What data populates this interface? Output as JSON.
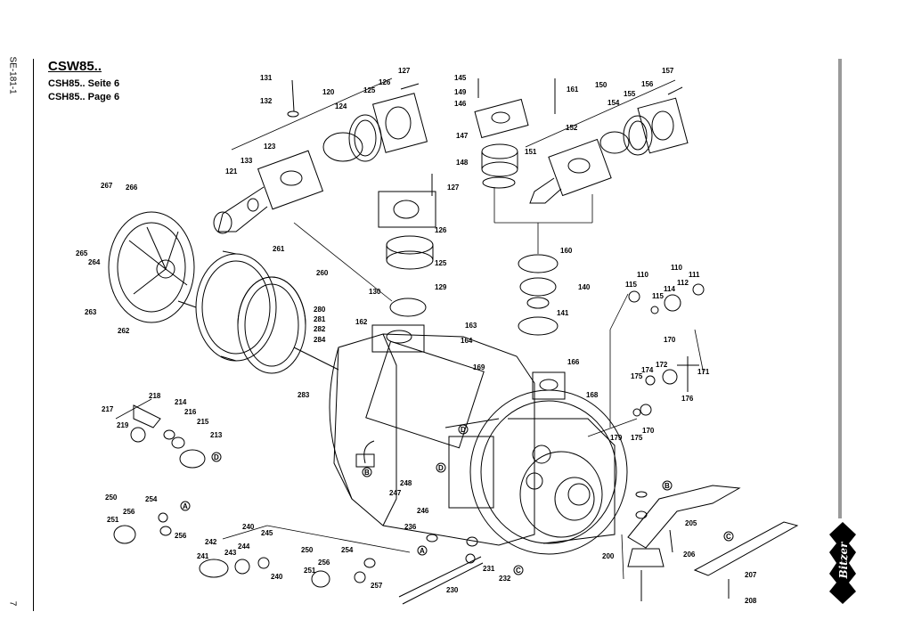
{
  "header": {
    "doc_code": "SE-181-1",
    "title": "CSW85..",
    "subtitle_de": "CSH85.. Seite 6",
    "subtitle_en": "CSH85.. Page 6",
    "page_number": "7"
  },
  "brand": {
    "logo_text": "Bitzer"
  },
  "callouts": {
    "n131": "131",
    "n132": "132",
    "n120": "120",
    "n124": "124",
    "n125a": "125",
    "n126a": "126",
    "n127a": "127",
    "n123": "123",
    "n133": "133",
    "n121": "121",
    "n127b": "127",
    "n126b": "126",
    "n125b": "125",
    "n129": "129",
    "n130": "130",
    "n162": "162",
    "n163": "163",
    "n164": "164",
    "n145": "145",
    "n149": "149",
    "n146": "146",
    "n147": "147",
    "n148": "148",
    "n161": "161",
    "n150": "150",
    "n152": "152",
    "n151": "151",
    "n154": "154",
    "n155": "155",
    "n156": "156",
    "n157": "157",
    "n160": "160",
    "n140": "140",
    "n141": "141",
    "n267": "267",
    "n266": "266",
    "n265": "265",
    "n264": "264",
    "n263": "263",
    "n262": "262",
    "n261": "261",
    "n260": "260",
    "n280": "280",
    "n281": "281",
    "n282": "282",
    "n284": "284",
    "n283": "283",
    "n110a": "110",
    "n110b": "110",
    "n111": "111",
    "n112": "112",
    "n115a": "115",
    "n114": "114",
    "n115b": "115",
    "n170a": "170",
    "n172": "172",
    "n174": "174",
    "n171": "171",
    "n175a": "175",
    "n176": "176",
    "n175b": "175",
    "n170b": "170",
    "n166": "166",
    "n168": "168",
    "n169": "169",
    "n179": "179",
    "n218": "218",
    "n217": "217",
    "n214": "214",
    "n216": "216",
    "n219": "219",
    "n215": "215",
    "n213": "213",
    "n250a": "250",
    "n254a": "254",
    "n256a": "256",
    "n251a": "251",
    "n256b": "256",
    "n248": "248",
    "n247": "247",
    "n246": "246",
    "n236": "236",
    "n231": "231",
    "n232": "232",
    "n230": "230",
    "n240a": "240",
    "n245": "245",
    "n244": "244",
    "n242": "242",
    "n243": "243",
    "n241": "241",
    "n240b": "240",
    "n250b": "250",
    "n254b": "254",
    "n256c": "256",
    "n251b": "251",
    "n257": "257",
    "n205": "205",
    "n206": "206",
    "n200": "200",
    "n207": "207",
    "n208": "208"
  },
  "view_markers": {
    "A1": "A",
    "A2": "A",
    "B1": "B",
    "B2": "B",
    "C1": "C",
    "C2": "C",
    "D1": "D",
    "D2": "D",
    "D3": "D"
  }
}
